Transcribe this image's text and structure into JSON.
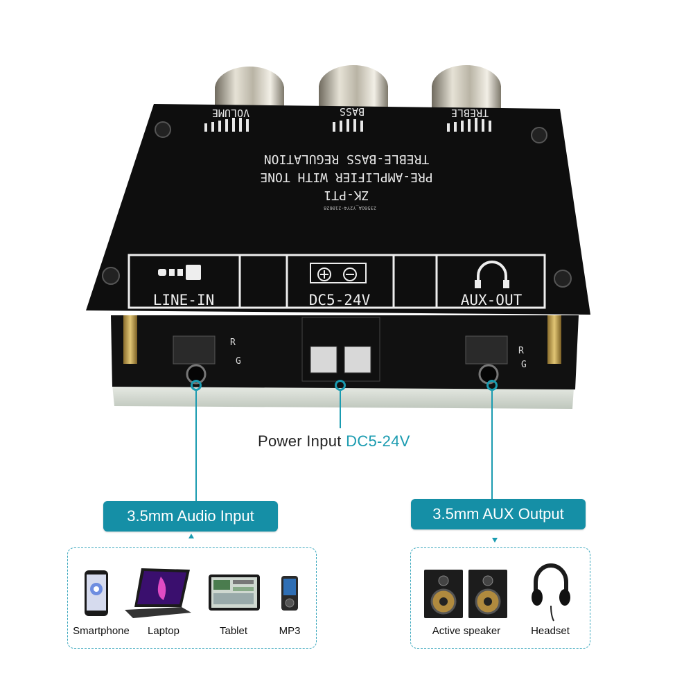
{
  "board": {
    "knob_labels": [
      "VOLUME",
      "BASS",
      "TREBLE"
    ],
    "title_lines": [
      "TREBLE-BASS  REGULATION",
      "PRE-AMPLIFIER WITH TONE",
      "ZK-PT1"
    ],
    "serial": "2356GA_Y2Y4-210628",
    "ports": {
      "line_in": "LINE-IN",
      "power": "DC5-24V",
      "aux_out": "AUX-OUT"
    }
  },
  "power": {
    "label": "Power Input",
    "voltage": "DC5-24V"
  },
  "input": {
    "tag": "3.5mm Audio Input",
    "devices": [
      "Smartphone",
      "Laptop",
      "Tablet",
      "MP3"
    ]
  },
  "output": {
    "tag": "3.5mm AUX Output",
    "devices": [
      "Active speaker",
      "Headset"
    ]
  },
  "colors": {
    "accent": "#1a9bb0",
    "tag_bg": "#158fa6",
    "board": "#0e0e0e"
  },
  "icons": [
    "smartphone-icon",
    "laptop-icon",
    "tablet-icon",
    "mp3-player-icon",
    "speaker-icon",
    "headset-icon"
  ]
}
